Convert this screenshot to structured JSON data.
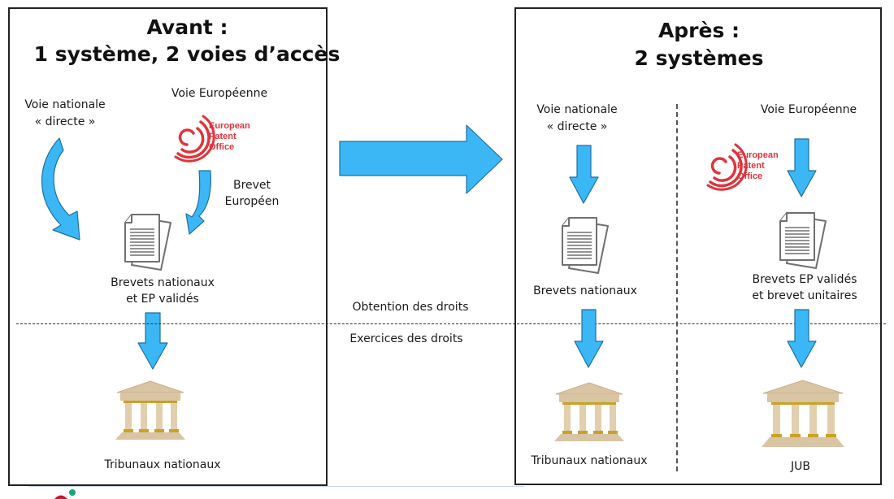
{
  "before": {
    "title_line1": "Avant :",
    "title_line2": "1 système, 2 voies d’accès",
    "national_route_line1": "Voie nationale",
    "national_route_line2": "« directe »",
    "european_route": "Voie Européenne",
    "epo_logo": {
      "line1": "European",
      "line2": "Patent",
      "line3": "Office",
      "color": "#e0343c"
    },
    "european_patent_line1": "Brevet",
    "european_patent_line2": "Européen",
    "patents_line1": "Brevets nationaux",
    "patents_line2": "et EP validés",
    "courts": "Tribunaux nationaux"
  },
  "middle": {
    "obtaining_rights": "Obtention des droits",
    "exercising_rights": "Exercices  des droits"
  },
  "after": {
    "title_line1": "Après :",
    "title_line2": "2 systèmes",
    "national_route_line1": "Voie nationale",
    "national_route_line2": "« directe »",
    "european_route": "Voie Européenne",
    "epo_logo": {
      "line1": "European",
      "line2": "Patent",
      "line3": "Office",
      "color": "#e0343c"
    },
    "national_patents": "Brevets  nationaux",
    "ep_patents_line1": "Brevets  EP validés",
    "ep_patents_line2": "et brevet unitaires",
    "national_courts": "Tribunaux nationaux",
    "unified_court": "JUB"
  },
  "colors": {
    "arrow_fill": "#3bb7f5",
    "arrow_stroke": "#1f6fa0",
    "temple": "#d9c4a3",
    "temple_gold": "#c9a227"
  }
}
